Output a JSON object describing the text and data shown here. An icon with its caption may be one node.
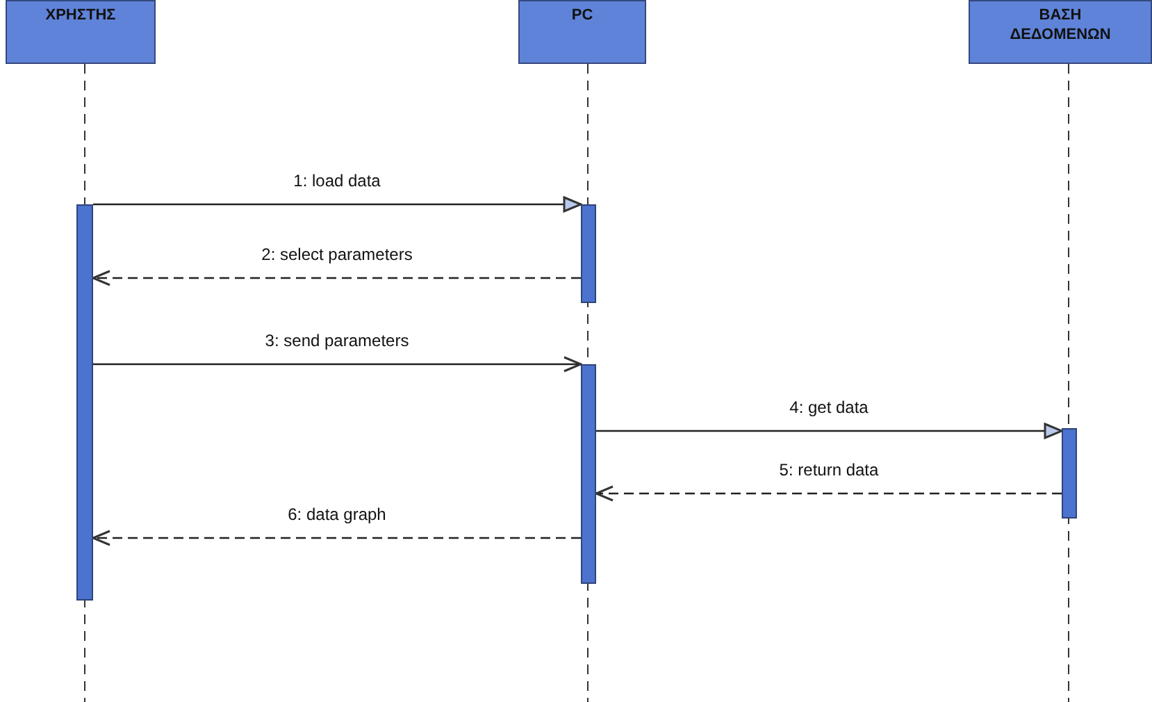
{
  "diagram": {
    "nodes": [
      {
        "text": [
          "ΧΡΗΣΤΗΣ"
        ]
      },
      {
        "text": [
          "PC"
        ]
      },
      {
        "text": [
          "ΒΑΣΗ ΔΕΔΟΜΕΝΩΝ"
        ]
      },
      {
        "text": [],
        "shape": "bar"
      },
      {
        "text": [],
        "shape": "bar"
      },
      {
        "text": [],
        "shape": "bar"
      },
      {
        "text": [],
        "shape": "bar"
      }
    ],
    "edges": [
      {
        "from": 3,
        "to": 4,
        "arrow": "to",
        "label": "1: load data"
      },
      {
        "from": 4,
        "to": 3,
        "arrow": "to",
        "label": "2: select parameters",
        "style": "dashed"
      },
      {
        "from": 3,
        "to": 5,
        "arrow": "to",
        "label": "3: send parameters"
      },
      {
        "from": 5,
        "to": 6,
        "arrow": "to",
        "label": "4: get data"
      },
      {
        "from": 6,
        "to": 5,
        "arrow": "to",
        "label": "5: return data",
        "style": "dashed"
      },
      {
        "from": 5,
        "to": 3,
        "arrow": "to",
        "label": "6: data graph",
        "style": "dashed"
      }
    ]
  }
}
